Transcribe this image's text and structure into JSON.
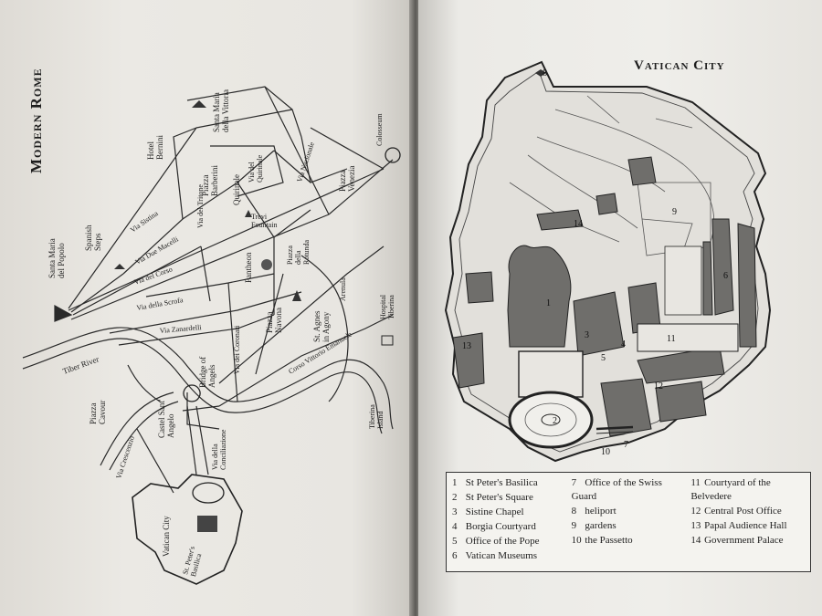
{
  "left_page": {
    "title": "Modern Rome",
    "labels": {
      "santa_maria_del_popolo": [
        "Santa Maria",
        "del Popolo"
      ],
      "spanish_steps": [
        "Spanish",
        "Steps"
      ],
      "hotel_bernini": [
        "Hotel",
        "Bernini"
      ],
      "santa_maria_vittoria": [
        "Santa Maria",
        "della Vittoria"
      ],
      "piazza_barberini": [
        "Piazza",
        "Barberini"
      ],
      "quirinale": "Quirinale",
      "via_del_quirinale": [
        "Via del",
        "Quirinale"
      ],
      "via_nazionale": "Via Nazionale",
      "colosseum": "Colosseum",
      "piazza_venezia": [
        "Piazza",
        "Venezia"
      ],
      "via_sistina": "Via Sistina",
      "via_del_tritone": "Via del Tritone",
      "trevi_fountain": [
        "Trevi",
        "Fountain"
      ],
      "via_due_macelli": "Via Due Macelli",
      "via_del_corso": "Via del Corso",
      "pantheon": "Pantheon",
      "piazza_della_rotunda": [
        "Piazza",
        "della",
        "Rotunda"
      ],
      "via_della_scrofa": "Via della Scrofa",
      "via_zanardelli": "Via Zanardelli",
      "via_dei_coronari": "Via dei Coronari",
      "piazza_navona": [
        "Piazza",
        "Navona"
      ],
      "st_agnes": [
        "St. Agnes",
        "in Agony"
      ],
      "corso_vittorio": "Corso Vittorio Emanuele",
      "arenula": "Arenula",
      "hospital_tiberina": [
        "Hospital",
        "Tiberina"
      ],
      "tiber_river": "Tiber River",
      "piazza_cavour": [
        "Piazza",
        "Cavour"
      ],
      "bridge_of_angels": [
        "Bridge of",
        "Angels"
      ],
      "castel_sant_angelo": [
        "Castel Sant'",
        "Angelo"
      ],
      "via_della_conciliazione": [
        "Via della",
        "Conciliazione"
      ],
      "via_crescenzio": "Via Crescenzio",
      "tiberina_island": [
        "Tiberina",
        "Island"
      ],
      "vatican_city": "Vatican City",
      "st_peters_basilica": [
        "St. Peter's",
        "Basilica"
      ]
    }
  },
  "right_page": {
    "title": "Vatican City",
    "map_numbers": [
      "1",
      "2",
      "3",
      "4",
      "5",
      "6",
      "7",
      "8",
      "9",
      "10",
      "11",
      "12",
      "13",
      "14"
    ],
    "legend": [
      [
        {
          "num": "1",
          "text": "St Peter's Basilica"
        },
        {
          "num": "2",
          "text": "St Peter's Square"
        },
        {
          "num": "3",
          "text": "Sistine Chapel"
        },
        {
          "num": "4",
          "text": "Borgia Courtyard"
        },
        {
          "num": "5",
          "text": "Office of the Pope"
        },
        {
          "num": "6",
          "text": "Vatican Museums"
        }
      ],
      [
        {
          "num": "7",
          "text": "Office of the Swiss Guard"
        },
        {
          "num": "8",
          "text": "heliport"
        },
        {
          "num": "9",
          "text": "gardens"
        },
        {
          "num": "10",
          "text": "the Passetto"
        }
      ],
      [
        {
          "num": "11",
          "text": "Courtyard of the Belvedere"
        },
        {
          "num": "12",
          "text": "Central Post Office"
        },
        {
          "num": "13",
          "text": "Papal Audience Hall"
        },
        {
          "num": "14",
          "text": "Government Palace"
        }
      ]
    ]
  },
  "colors": {
    "ink": "#222222",
    "building_fill": "#6f6e6b",
    "paper": "#ebe9e4"
  }
}
